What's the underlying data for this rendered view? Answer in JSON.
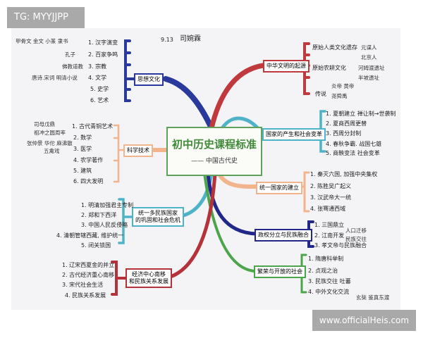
{
  "watermarks": {
    "top_left": "TG: MYYJJPP",
    "bottom_right": "www.officialHeis.com"
  },
  "center": {
    "title": "初中历史课程标准",
    "subtitle": "—— 中国古代史"
  },
  "author": {
    "date": "9.13",
    "name": "司婉霖"
  },
  "colors": {
    "thought": "#2a3a9c",
    "origin": "#c0393d",
    "state": "#4fb3c8",
    "science": "#f1b48c",
    "unify": "#f1b48c",
    "ethnic": "#4fb3c8",
    "regime": "#22288a",
    "prosper": "#4ca54a",
    "economy": "#b5323a",
    "center": "#3f8a38"
  },
  "branches": {
    "thought": {
      "label": "思想文化",
      "items": [
        "1. 汉字演变",
        "2. 百家争鸣",
        "3. 宗教",
        "4. 文学",
        "5. 史学",
        "6. 艺术"
      ],
      "notes": [
        "甲骨文 金文 小篆 隶书",
        "孔子",
        "佛教道教",
        "唐诗.宋词 明清小说"
      ]
    },
    "origin": {
      "label": "中华文明的起源",
      "items": [
        "原始人类文化遗存",
        "原始农耕文化",
        "传说"
      ],
      "notes": [
        "元谋人",
        "北京人",
        "河姆渡遗址",
        "半坡遗址",
        "炎帝 黄帝",
        "尧舜禹"
      ]
    },
    "state": {
      "label": "国家的产生和社会变革",
      "items": [
        "1. 夏朝建立  禅让制→世袭制",
        "2. 夏商西周更替",
        "3. 西周分封制",
        "4. 春秋争霸. 战国七雄",
        "5. 商鞅变法  社会变革"
      ]
    },
    "science": {
      "label": "科学技术",
      "items": [
        "1. 古代青铜艺术",
        "2. 数学",
        "3. 医学",
        "4. 农学著作",
        "5. 建筑",
        "6. 四大发明"
      ],
      "notes": [
        "司母戊鼎",
        "祖冲之圆周率",
        "张仲景 华佗 麻沸散",
        "五禽戏"
      ]
    },
    "unify": {
      "label": "统一国家的建立",
      "items": [
        "1. 秦灭六国, 加强中央集权",
        "2. 陈胜吴广起义",
        "3. 汉武帝大一统",
        "4. 张骞通西域"
      ]
    },
    "ethnic": {
      "label_line1": "统一多民族国家",
      "label_line2": "的巩固和社会危机",
      "items": [
        "1. 明清加强君主专制",
        "2. 郑和下西洋",
        "3. 中国人民反侵略",
        "4. 清朝管辖西藏, 维护统一",
        "5. 闭关锁国"
      ]
    },
    "regime": {
      "label": "政权分立与民族融合",
      "items": [
        "1. 三国鼎立",
        "2. 江南开发",
        "3. 孝文帝与民族融合"
      ],
      "notes": [
        "人口迁移",
        "民族交往"
      ]
    },
    "prosper": {
      "label": "繁荣与开放的社会",
      "items": [
        "1. 隋唐科举制",
        "2. 贞观之治",
        "3. 民族交往  吐蕃",
        "4. 中外文化交流"
      ],
      "notes": [
        "玄奘 鉴真东渡"
      ]
    },
    "economy": {
      "label_line1": "经济中心南移",
      "label_line2": "和民族关系发展",
      "items": [
        "1. 辽宋西夏金的并立",
        "2. 古代经济重心南移",
        "3. 宋代社会生活",
        "4. 民族关系发展"
      ]
    }
  }
}
